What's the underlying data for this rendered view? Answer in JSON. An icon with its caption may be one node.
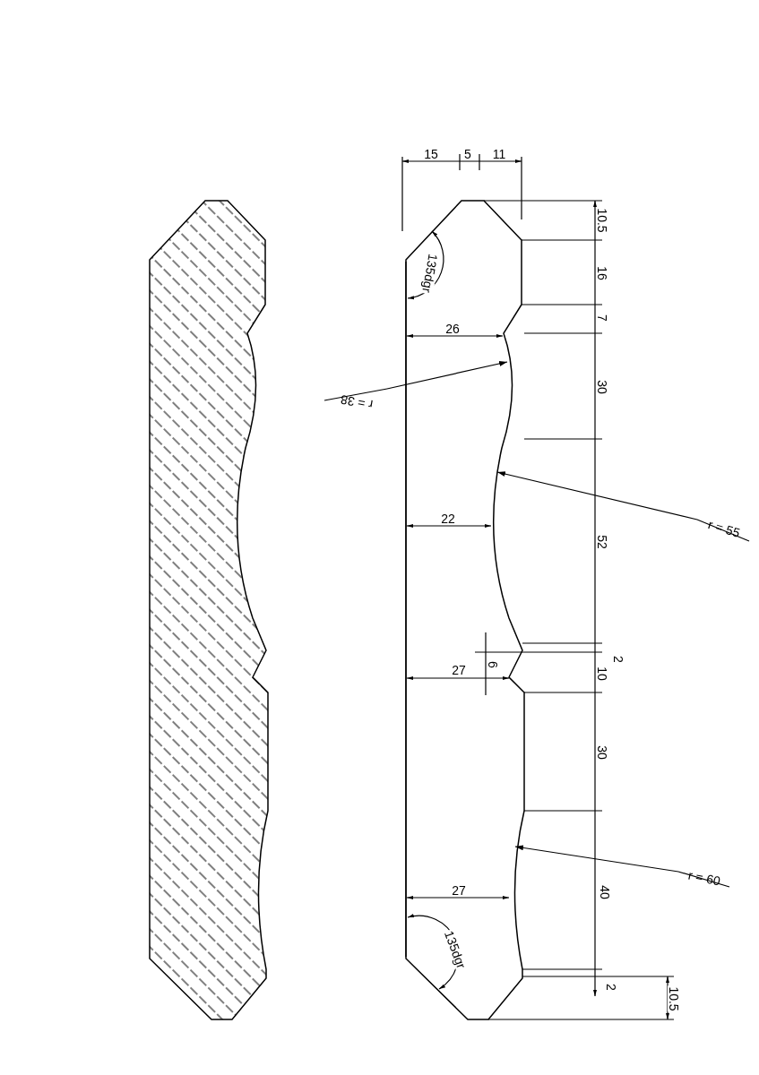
{
  "diagram": {
    "nodes": [
      {
        "text": [
          "r = 38"
        ]
      },
      {
        "text": [
          "r = 55"
        ]
      },
      {
        "text": [
          "r = 60"
        ]
      }
    ],
    "edges": [
      {
        "from": 0,
        "to": null,
        "arrow": "to"
      },
      {
        "from": 1,
        "to": null,
        "arrow": "to"
      },
      {
        "from": 2,
        "to": null,
        "arrow": "to"
      }
    ],
    "labels": [
      "15",
      "5",
      "11",
      "10.5",
      "16",
      "135dgr",
      "7",
      "26",
      "30",
      "22",
      "52",
      "2",
      "6",
      "10",
      "27",
      "30",
      "27",
      "135dgr",
      "40",
      "2",
      "10.5"
    ]
  }
}
